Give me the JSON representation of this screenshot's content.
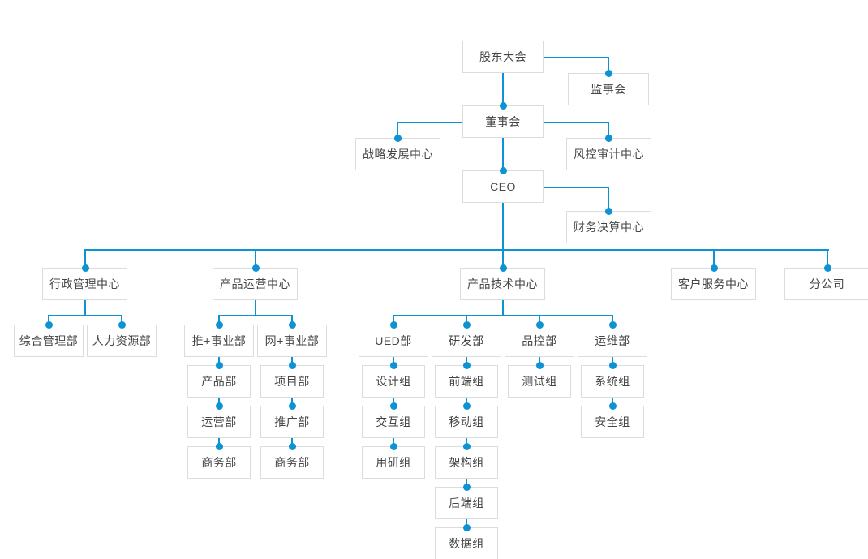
{
  "chart_data": {
    "type": "diagram",
    "diagram_type": "organization-chart",
    "title": "",
    "orientation": "top-down",
    "accent_color": "#0c93d4",
    "box_border_color": "#dcdcdc",
    "text_color": "#454545",
    "background_color": "#ffffff",
    "nodes": [
      {
        "id": "n1",
        "label": "股东大会",
        "level": 1,
        "parent": null
      },
      {
        "id": "n2",
        "label": "监事会",
        "level": 2,
        "parent": "n1",
        "attach": "side-right"
      },
      {
        "id": "n3",
        "label": "董事会",
        "level": 2,
        "parent": "n1"
      },
      {
        "id": "n4",
        "label": "战略发展中心",
        "level": 3,
        "parent": "n3",
        "attach": "side-left"
      },
      {
        "id": "n5",
        "label": "风控审计中心",
        "level": 3,
        "parent": "n3",
        "attach": "side-right"
      },
      {
        "id": "n6",
        "label": "CEO",
        "level": 3,
        "parent": "n3"
      },
      {
        "id": "n7",
        "label": "财务决算中心",
        "level": 4,
        "parent": "n6",
        "attach": "side-right"
      },
      {
        "id": "n8",
        "label": "行政管理中心",
        "level": 4,
        "parent": "n6"
      },
      {
        "id": "n9",
        "label": "产品运营中心",
        "level": 4,
        "parent": "n6"
      },
      {
        "id": "n10",
        "label": "产品技术中心",
        "level": 4,
        "parent": "n6"
      },
      {
        "id": "n11",
        "label": "客户服务中心",
        "level": 4,
        "parent": "n6"
      },
      {
        "id": "n12",
        "label": "分公司",
        "level": 4,
        "parent": "n6"
      },
      {
        "id": "n13",
        "label": "综合管理部",
        "level": 5,
        "parent": "n8"
      },
      {
        "id": "n14",
        "label": "人力资源部",
        "level": 5,
        "parent": "n8"
      },
      {
        "id": "n15",
        "label": "推+事业部",
        "level": 5,
        "parent": "n9"
      },
      {
        "id": "n16",
        "label": "产品部",
        "level": 6,
        "parent": "n15"
      },
      {
        "id": "n17",
        "label": "运营部",
        "level": 7,
        "parent": "n16"
      },
      {
        "id": "n18",
        "label": "商务部",
        "level": 8,
        "parent": "n17"
      },
      {
        "id": "n19",
        "label": "网+事业部",
        "level": 5,
        "parent": "n9"
      },
      {
        "id": "n20",
        "label": "项目部",
        "level": 6,
        "parent": "n19"
      },
      {
        "id": "n21",
        "label": "推广部",
        "level": 7,
        "parent": "n20"
      },
      {
        "id": "n22",
        "label": "商务部",
        "level": 8,
        "parent": "n21"
      },
      {
        "id": "n23",
        "label": "UED部",
        "level": 5,
        "parent": "n10"
      },
      {
        "id": "n24",
        "label": "设计组",
        "level": 6,
        "parent": "n23"
      },
      {
        "id": "n25",
        "label": "交互组",
        "level": 7,
        "parent": "n24"
      },
      {
        "id": "n26",
        "label": "用研组",
        "level": 8,
        "parent": "n25"
      },
      {
        "id": "n27",
        "label": "研发部",
        "level": 5,
        "parent": "n10"
      },
      {
        "id": "n28",
        "label": "前端组",
        "level": 6,
        "parent": "n27"
      },
      {
        "id": "n29",
        "label": "移动组",
        "level": 7,
        "parent": "n28"
      },
      {
        "id": "n30",
        "label": "架构组",
        "level": 8,
        "parent": "n29"
      },
      {
        "id": "n31",
        "label": "后端组",
        "level": 9,
        "parent": "n30"
      },
      {
        "id": "n32",
        "label": "数据组",
        "level": 10,
        "parent": "n31"
      },
      {
        "id": "n33",
        "label": "品控部",
        "level": 5,
        "parent": "n10"
      },
      {
        "id": "n34",
        "label": "测试组",
        "level": 6,
        "parent": "n33"
      },
      {
        "id": "n35",
        "label": "运维部",
        "level": 5,
        "parent": "n10"
      },
      {
        "id": "n36",
        "label": "系统组",
        "level": 6,
        "parent": "n35"
      },
      {
        "id": "n37",
        "label": "安全组",
        "level": 7,
        "parent": "n36"
      }
    ]
  },
  "nodes": {
    "shareholders_meeting": "股东大会",
    "board_of_supervisors": "监事会",
    "board_of_directors": "董事会",
    "strategy_center": "战略发展中心",
    "risk_audit_center": "风控审计中心",
    "ceo": "CEO",
    "finance_center": "财务决算中心",
    "admin_center": "行政管理中心",
    "product_ops_center": "产品运营中心",
    "product_tech_center": "产品技术中心",
    "customer_service_center": "客户服务中心",
    "branch_company": "分公司",
    "general_admin_dept": "综合管理部",
    "hr_dept": "人力资源部",
    "tui_business_unit": "推+事业部",
    "product_dept": "产品部",
    "operations_dept": "运营部",
    "business_dept_1": "商务部",
    "wang_business_unit": "网+事业部",
    "project_dept": "项目部",
    "promotion_dept": "推广部",
    "business_dept_2": "商务部",
    "ued_dept": "UED部",
    "design_group": "设计组",
    "interaction_group": "交互组",
    "user_research_group": "用研组",
    "rd_dept": "研发部",
    "frontend_group": "前端组",
    "mobile_group": "移动组",
    "architecture_group": "架构组",
    "backend_group": "后端组",
    "data_group": "数据组",
    "qa_dept": "品控部",
    "test_group": "测试组",
    "ops_dept": "运维部",
    "system_group": "系统组",
    "security_group": "安全组"
  }
}
